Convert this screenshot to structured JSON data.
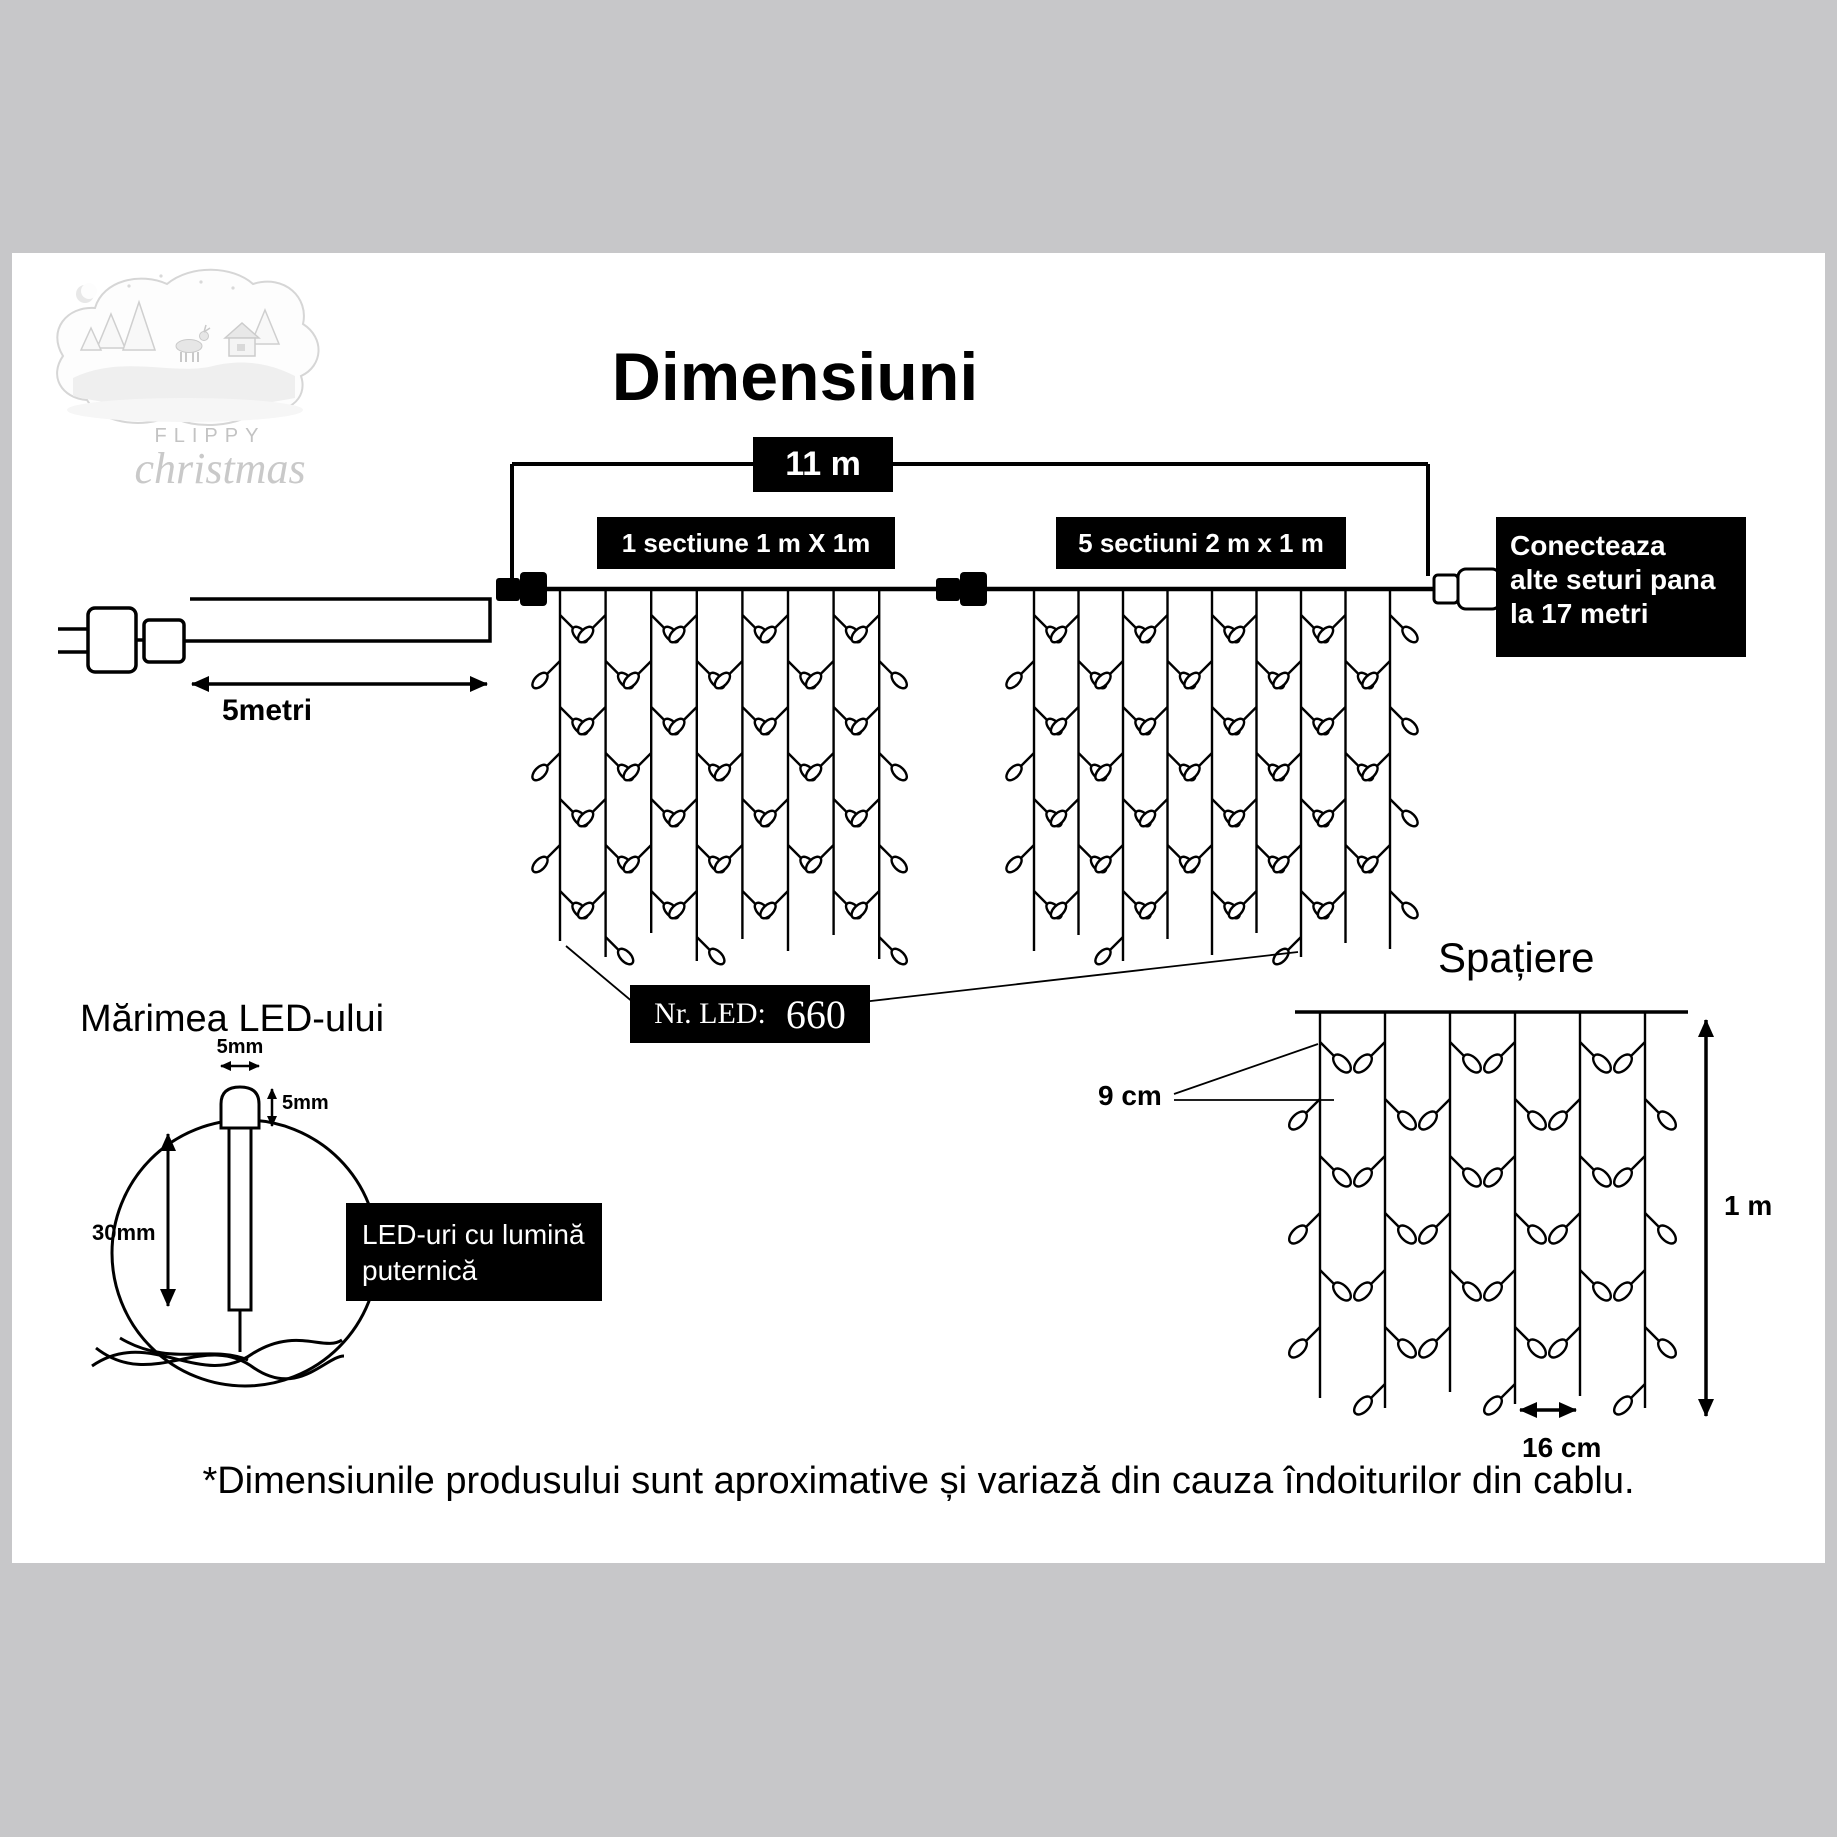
{
  "page": {
    "title": "Dimensiuni",
    "footnote": "*Dimensiunile produsului sunt aproximative și variază din cauza îndoiturilor din cablu."
  },
  "logo": {
    "brand_name": "FLIPPY",
    "brand_script": "christmas"
  },
  "layout_diagram": {
    "total_length": "11 m",
    "section_left": "1 sectiune 1 m X 1m",
    "section_right": "5 sectiuni 2 m x 1 m",
    "connect_note_lines": [
      "Conecteaza",
      "alte seturi pana",
      "la 17 metri"
    ],
    "lead_length": "5metri",
    "led_count_label": "Nr. LED:",
    "led_count_value": "660"
  },
  "spacing_diagram": {
    "title": "Spațiere",
    "led_gap": "9 cm",
    "drop_height": "1 m",
    "strand_gap": "16 cm"
  },
  "led_size_diagram": {
    "title": "Mărimea LED-ului",
    "bulb_width": "5mm",
    "cap_height": "5mm",
    "body_height": "30mm",
    "callout_lines": [
      "LED-uri cu lumină",
      "puternică"
    ]
  },
  "colors": {
    "background": "#c7c7c9",
    "panel": "#ffffff",
    "ink": "#000000",
    "badge_bg": "#000000",
    "badge_text": "#ffffff",
    "logo_gray": "#c6c6c6"
  }
}
